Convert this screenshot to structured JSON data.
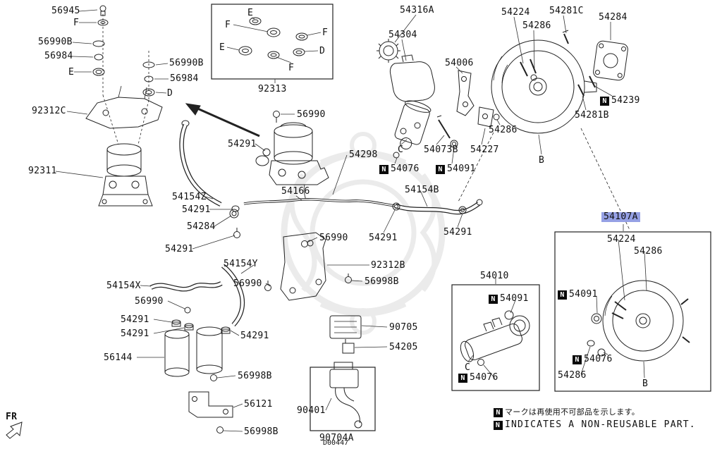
{
  "fr": "FR",
  "code": "D00447",
  "highlight_color": "#95a0e4",
  "notes": {
    "n": "N",
    "jp": "マークは再使用不可部品を示します。",
    "en": "INDICATES A NON-REUSABLE PART."
  },
  "labels": [
    {
      "t": "56945"
    },
    {
      "t": "F"
    },
    {
      "t": "56990B"
    },
    {
      "t": "56984"
    },
    {
      "t": "56990B"
    },
    {
      "t": "E"
    },
    {
      "t": "56984"
    },
    {
      "t": "D"
    },
    {
      "t": "92312C"
    },
    {
      "t": "92311"
    },
    {
      "t": "E"
    },
    {
      "t": "F"
    },
    {
      "t": "F"
    },
    {
      "t": "E"
    },
    {
      "t": "D"
    },
    {
      "t": "F"
    },
    {
      "t": "92313"
    },
    {
      "t": "56990"
    },
    {
      "t": "54291"
    },
    {
      "t": "54298"
    },
    {
      "t": "54154Z"
    },
    {
      "t": "54166"
    },
    {
      "t": "54291"
    },
    {
      "t": "54284"
    },
    {
      "t": "54291"
    },
    {
      "t": "56990"
    },
    {
      "t": "54154Y"
    },
    {
      "t": "92312B"
    },
    {
      "t": "54154X"
    },
    {
      "t": "56990"
    },
    {
      "t": "56990"
    },
    {
      "t": "56998B"
    },
    {
      "t": "54291"
    },
    {
      "t": "54291"
    },
    {
      "t": "54291"
    },
    {
      "t": "56144"
    },
    {
      "t": "90705"
    },
    {
      "t": "54205"
    },
    {
      "t": "56998B"
    },
    {
      "t": "56121"
    },
    {
      "t": "90401"
    },
    {
      "t": "56998B"
    },
    {
      "t": "90704A"
    },
    {
      "t": "54316A"
    },
    {
      "t": "54304"
    },
    {
      "t": "54006"
    },
    {
      "t": "54224"
    },
    {
      "t": "54281C"
    },
    {
      "t": "54286"
    },
    {
      "t": "54284"
    },
    {
      "t": "54239"
    },
    {
      "t": "54281B"
    },
    {
      "t": "54286"
    },
    {
      "t": "54227"
    },
    {
      "t": "54073B"
    },
    {
      "t": "C"
    },
    {
      "t": "54076"
    },
    {
      "t": "54091"
    },
    {
      "t": "B"
    },
    {
      "t": "54154B"
    },
    {
      "t": "54291"
    },
    {
      "t": "54291"
    },
    {
      "t": "54107A"
    },
    {
      "t": "54224"
    },
    {
      "t": "54286"
    },
    {
      "t": "54010"
    },
    {
      "t": "54091"
    },
    {
      "t": "54091"
    },
    {
      "t": "C"
    },
    {
      "t": "54076"
    },
    {
      "t": "54076"
    },
    {
      "t": "54286"
    },
    {
      "t": "B"
    }
  ]
}
